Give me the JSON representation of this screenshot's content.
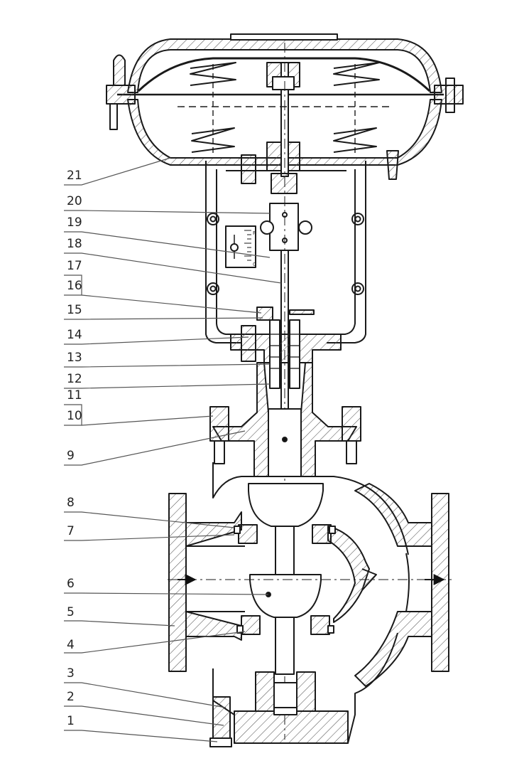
{
  "diagram": {
    "callouts": [
      {
        "label": "21",
        "target": "diaphragm-housing"
      },
      {
        "label": "20",
        "target": "stem-connector"
      },
      {
        "label": "19",
        "target": "travel-indicator"
      },
      {
        "label": "18",
        "target": "actuator-stem"
      },
      {
        "label": "17",
        "target": "lock-nut"
      },
      {
        "label": "16",
        "target": "lock-nut"
      },
      {
        "label": "15",
        "target": "yoke-nut"
      },
      {
        "label": "14",
        "target": "yoke-base"
      },
      {
        "label": "13",
        "target": "packing-gland"
      },
      {
        "label": "12",
        "target": "packing"
      },
      {
        "label": "11",
        "target": "bonnet-stud-nut"
      },
      {
        "label": "10",
        "target": "bonnet-stud-nut"
      },
      {
        "label": "9",
        "target": "bonnet"
      },
      {
        "label": "8",
        "target": "seat-ring-upper"
      },
      {
        "label": "7",
        "target": "upper-gasket"
      },
      {
        "label": "6",
        "target": "plug"
      },
      {
        "label": "5",
        "target": "valve-body"
      },
      {
        "label": "4",
        "target": "lower-seat"
      },
      {
        "label": "3",
        "target": "guide-bushing"
      },
      {
        "label": "2",
        "target": "bottom-flange"
      },
      {
        "label": "1",
        "target": "bottom-stud"
      }
    ],
    "indicator_marks": [
      "F",
      "0"
    ],
    "colors": {
      "line": "#1a1a1a",
      "hatch": "#444444",
      "leader": "#555555",
      "paper": "#ffffff"
    }
  }
}
